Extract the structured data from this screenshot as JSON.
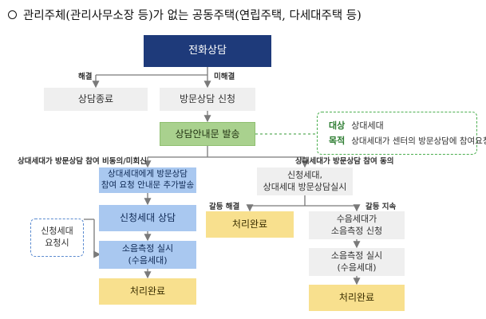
{
  "title": "관리주체(관리사무소장 등)가 없는 공동주택(연립주택, 다세대주택 등)",
  "nodes": {
    "phone": "전화상담",
    "end_consult": "상담종료",
    "visit_request": "방문상담 신청",
    "guide_notice": "상담안내문 발송",
    "resend_guide": "상대세대에게 방문상담\n참여 요청 안내문 추가발송",
    "applicant_consult": "신청세대 상담",
    "noise_measure_left": "소음측정 실시\n(수음세대)",
    "done_left": "처리완료",
    "both_visit": "신청세대,\n상대세대 방문상담실시",
    "done_mid": "처리완료",
    "noise_apply": "수음세대가\n소음측정 신청",
    "noise_measure_right": "소음측정 실시\n(수음세대)",
    "done_right": "처리완료"
  },
  "labels": {
    "resolved": "해결",
    "unresolved": "미해결",
    "not_participating": "상대세대가 방문상담 참여 비동의/미회신",
    "participating": "상대세대가 방문상담 참여 동의",
    "conflict_resolved": "갈등 해결",
    "conflict_continues": "갈등 지속"
  },
  "note": {
    "target_key": "대상",
    "target_value": "상대세대",
    "purpose_key": "목적",
    "purpose_value": "상대세대가 센터의 방문상담에 참여요청"
  },
  "side_note": "신청세대\n요청시",
  "colors": {
    "navy": "#1e3a7a",
    "gray": "#efefef",
    "green": "#a9d18e",
    "blue": "#a9c8f0",
    "yellow": "#f8e08e",
    "arrow": "#7a7a7a"
  }
}
